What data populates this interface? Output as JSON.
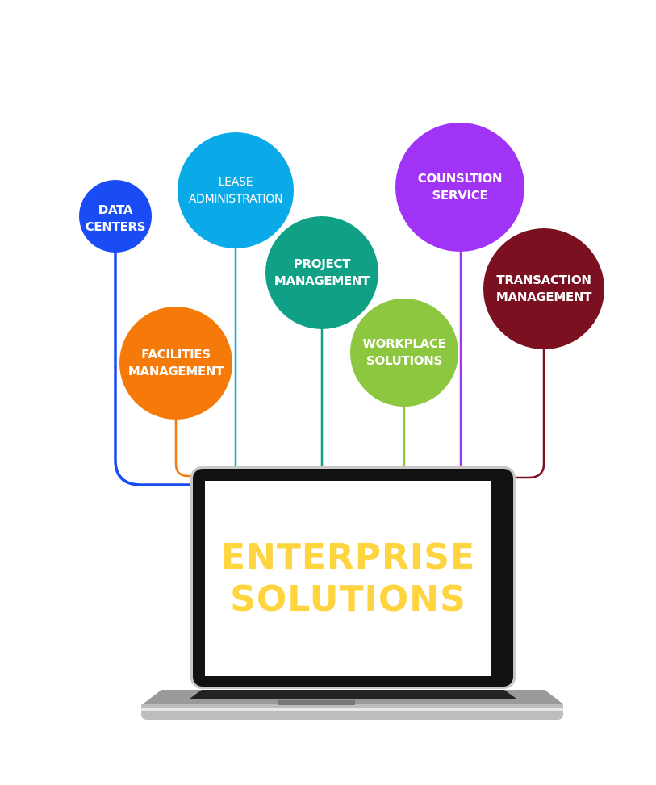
{
  "title": [
    "ENTERPRISE",
    "SOLUTIONS"
  ],
  "nodes": [
    {
      "id": "data-centers",
      "lines": [
        "DATA",
        "CENTERS"
      ],
      "color": "#1a4cf5"
    },
    {
      "id": "lease-administration",
      "lines": [
        "LEASE",
        "ADMINISTRATION"
      ],
      "color": "#0aaae8"
    },
    {
      "id": "facilities-management",
      "lines": [
        "FACILITIES",
        "MANAGEMENT"
      ],
      "color": "#f57a0a"
    },
    {
      "id": "project-management",
      "lines": [
        "PROJECT",
        "MANAGEMENT"
      ],
      "color": "#10a085"
    },
    {
      "id": "workplace-solutions",
      "lines": [
        "WORKPLACE",
        "SOLUTIONS"
      ],
      "color": "#8dc63f"
    },
    {
      "id": "counsltion-service",
      "lines": [
        "COUNSLTION",
        "SERVICE"
      ],
      "color": "#a033f5"
    },
    {
      "id": "transaction-management",
      "lines": [
        "TRANSACTION",
        "MANAGEMENT"
      ],
      "color": "#7a1020"
    }
  ]
}
